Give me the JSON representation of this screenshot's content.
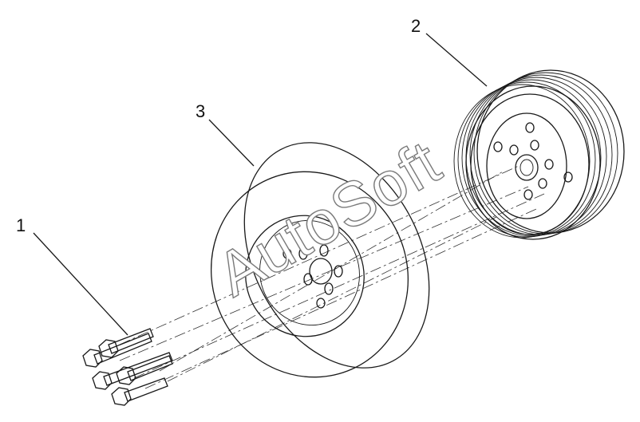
{
  "diagram": {
    "callouts": [
      {
        "id": "1",
        "label": "1"
      },
      {
        "id": "2",
        "label": "2"
      },
      {
        "id": "3",
        "label": "3"
      }
    ],
    "watermark": "AutoSoft",
    "colors": {
      "line": "#1a1a1a",
      "watermark_outline": "#7a7a7a",
      "background": "#ffffff"
    }
  }
}
